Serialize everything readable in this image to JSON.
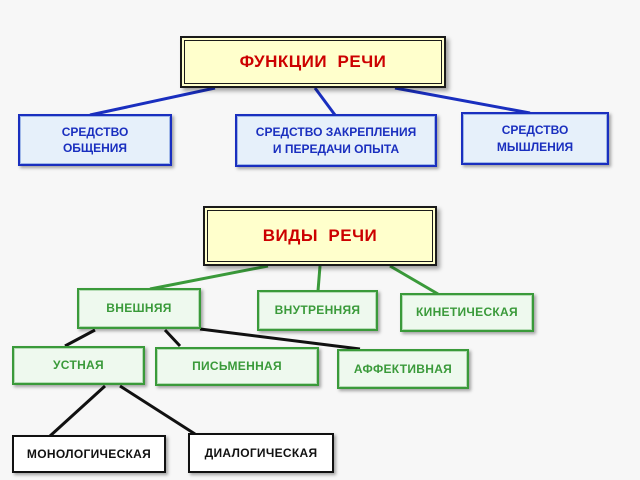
{
  "colors": {
    "title_text": "#cc0000",
    "title_fill": "#ffffcc",
    "blue": "#1a2fbf",
    "green": "#3a9a3a",
    "black": "#111111"
  },
  "functions": {
    "title": "ФУНКЦИИ  РЕЧИ",
    "items": [
      {
        "line1": "СРЕДСТВО",
        "line2": "ОБЩЕНИЯ"
      },
      {
        "line1": "СРЕДСТВО ЗАКРЕПЛЕНИЯ",
        "line2": "И ПЕРЕДАЧИ ОПЫТА"
      },
      {
        "line1": "СРЕДСТВО",
        "line2": "МЫШЛЕНИЯ"
      }
    ]
  },
  "types": {
    "title": "ВИДЫ  РЕЧИ",
    "main": [
      "ВНЕШНЯЯ",
      "ВНУТРЕННЯЯ",
      "КИНЕТИЧЕСКАЯ"
    ],
    "external": [
      "УСТНАЯ",
      "ПИСЬМЕННАЯ",
      "АФФЕКТИВНАЯ"
    ],
    "oral": [
      "МОНОЛОГИЧЕСКАЯ",
      "ДИАЛОГИЧЕСКАЯ"
    ]
  }
}
